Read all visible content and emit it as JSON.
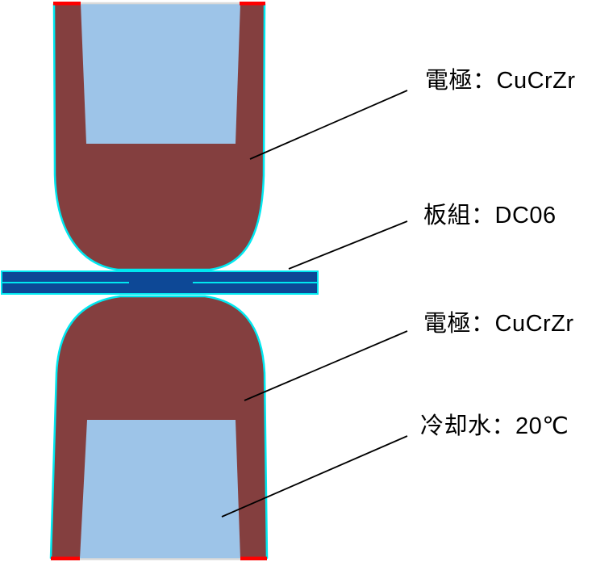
{
  "diagram": {
    "labels": [
      {
        "id": "upper-electrode",
        "text": "電極：CuCrZr"
      },
      {
        "id": "sheet-stack",
        "text": "板組：DC06"
      },
      {
        "id": "lower-electrode",
        "text": "電極：CuCrZr"
      },
      {
        "id": "cooling-water",
        "text": "冷却水：20℃"
      }
    ],
    "colors": {
      "electrode_body": "#843F3F",
      "cooling_water": "#9DC4E8",
      "sheet_metal": "#0D4896",
      "contour_outline": "#00E8F0",
      "boundary_fixed": "#FF0000",
      "boundary_free": "#D9D9D9",
      "leader_line": "#000000",
      "background": "#FFFFFF"
    }
  }
}
